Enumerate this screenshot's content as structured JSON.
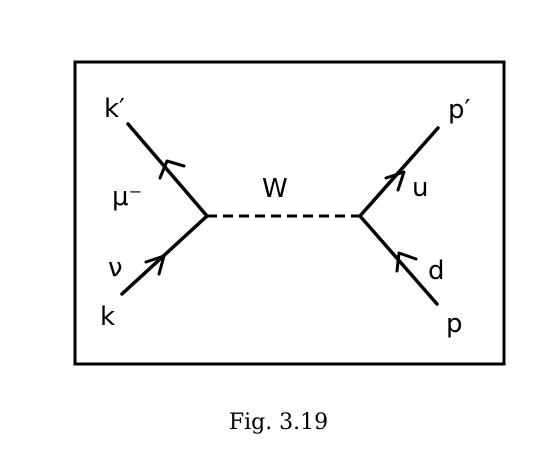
{
  "labels": {
    "k_prime": "k′",
    "mu_minus": "μ⁻",
    "nu": "ν",
    "k": "k",
    "w": "W",
    "p_prime": "p′",
    "u": "u",
    "d": "d",
    "p": "p"
  },
  "caption": "Fig. 3.19"
}
